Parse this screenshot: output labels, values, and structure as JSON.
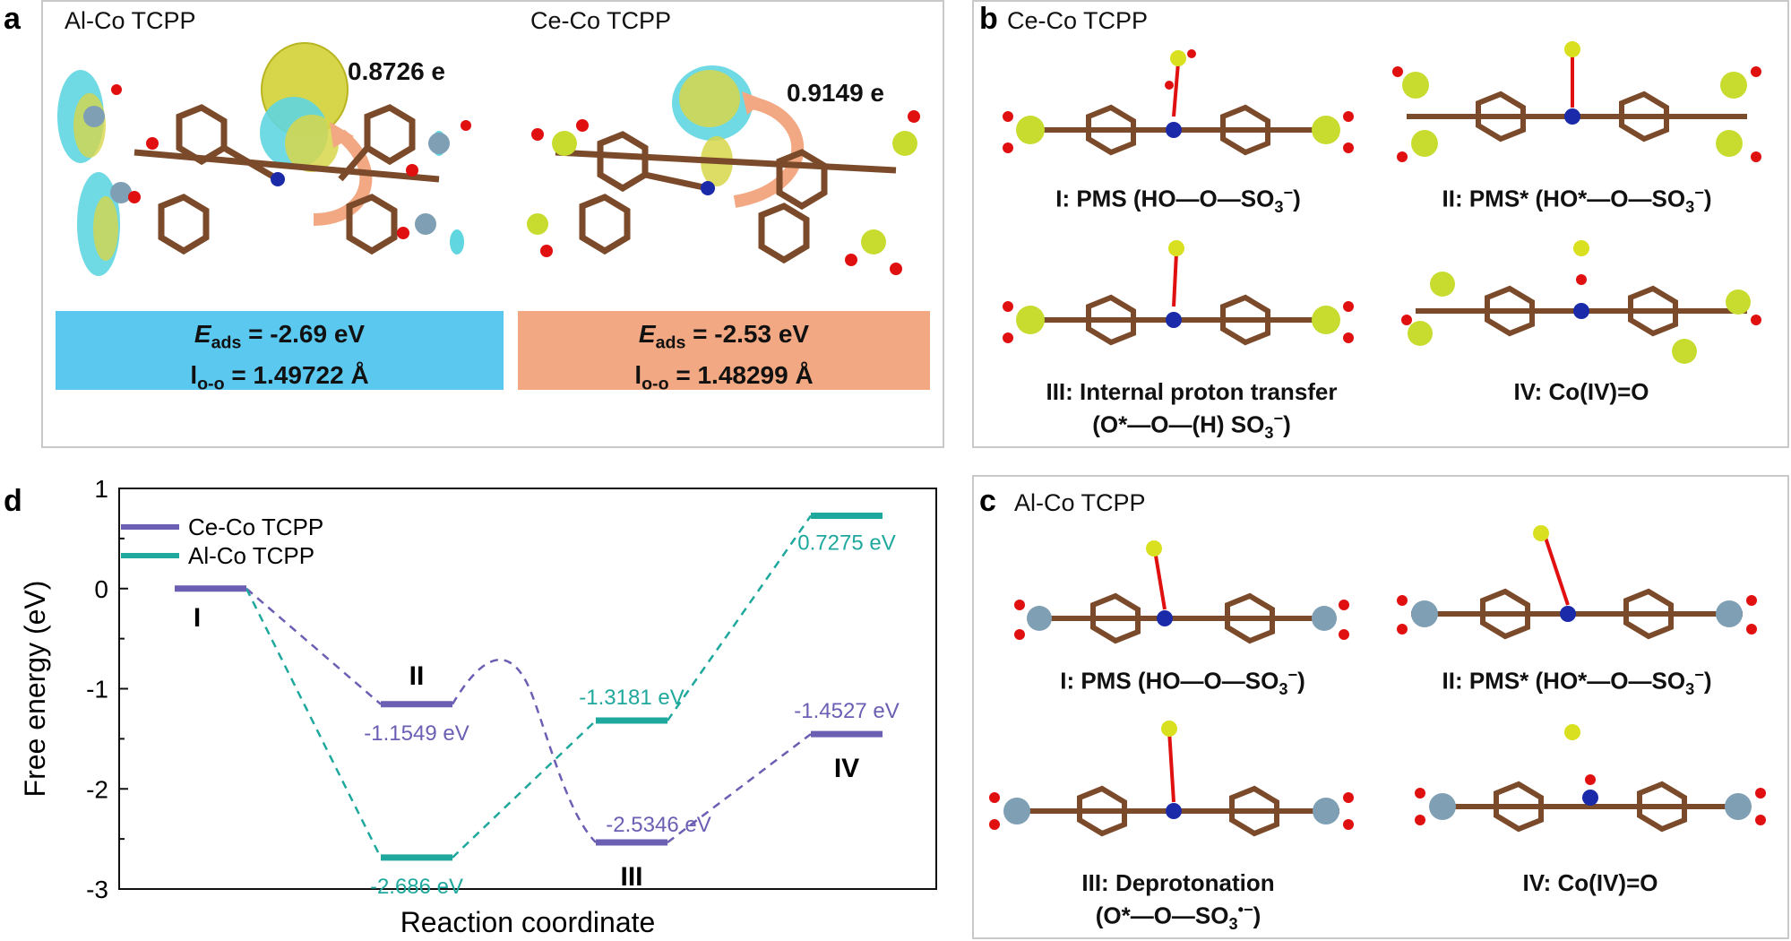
{
  "panel_a": {
    "label": "a",
    "left_title": "Al-Co TCPP",
    "right_title": "Ce-Co TCPP",
    "left_charge": "0.8726 e",
    "right_charge": "0.9149 e",
    "left_box": {
      "e_sym": "E",
      "e_sub": "ads",
      "e_val": " = -2.69 eV",
      "l_sym": "l",
      "l_sub": "o-o",
      "l_val": " = 1.49722 Å",
      "color": "#5bc8f0"
    },
    "right_box": {
      "e_sym": "E",
      "e_sub": "ads",
      "e_val": " = -2.53 eV",
      "l_sym": "l",
      "l_sub": "o-o",
      "l_val": " = 1.48299 Å",
      "color": "#f2a882"
    }
  },
  "panel_b": {
    "label": "b",
    "title": "Ce-Co TCPP",
    "captions": [
      {
        "pre": "I: PMS (HO—O—SO",
        "sub": "3",
        "sup": "−",
        "post": ")"
      },
      {
        "pre": "II: PMS* (HO*—O—SO",
        "sub": "3",
        "sup": "−",
        "post": ")"
      },
      {
        "pre": "III: Internal proton transfer",
        "line2_pre": "(O*—O—(H) SO",
        "sub": "3",
        "sup": "−",
        "post": ")"
      },
      {
        "pre": "IV: Co(IV)=O"
      }
    ]
  },
  "panel_c": {
    "label": "c",
    "title": "Al-Co TCPP",
    "captions": [
      {
        "pre": "I: PMS (HO—O—SO",
        "sub": "3",
        "sup": "−",
        "post": ")"
      },
      {
        "pre": "II: PMS* (HO*—O—SO",
        "sub": "3",
        "sup": "−",
        "post": ")"
      },
      {
        "pre": "III: Deprotonation",
        "line2_pre": "(O*—O—SO",
        "sub": "3",
        "sup": "•−",
        "post": ")"
      },
      {
        "pre": "IV: Co(IV)=O"
      }
    ]
  },
  "chart_data": {
    "type": "line",
    "panel_label": "d",
    "xlabel": "Reaction coordinate",
    "ylabel": "Free energy (eV)",
    "ylim": [
      -3,
      1
    ],
    "yticks": [
      "1",
      "0",
      "-1",
      "-2",
      "-3"
    ],
    "legend_placement": "top-left",
    "step_labels": [
      "I",
      "II",
      "III",
      "IV"
    ],
    "series": [
      {
        "name": "Ce-Co TCPP",
        "color": "#6a5fb3",
        "values": [
          0,
          -1.1549,
          -2.5346,
          -1.4527
        ],
        "labels": [
          "",
          "-1.1549 eV",
          "-2.5346 eV",
          "-1.4527 eV"
        ]
      },
      {
        "name": "Al-Co TCPP",
        "color": "#1fa89d",
        "values": [
          0,
          -2.686,
          -1.3181,
          0.7275
        ],
        "labels": [
          "",
          "-2.686 eV",
          "-1.3181 eV",
          "0.7275 eV"
        ]
      }
    ]
  },
  "colors": {
    "carbon": "#7a4a2a",
    "oxygen": "#e01010",
    "hydrogen": "#f3d2d0",
    "sulfur": "#d8e020",
    "cobalt": "#1a2aa8",
    "al": "#7f9fb5",
    "ce": "#c8dc30"
  }
}
